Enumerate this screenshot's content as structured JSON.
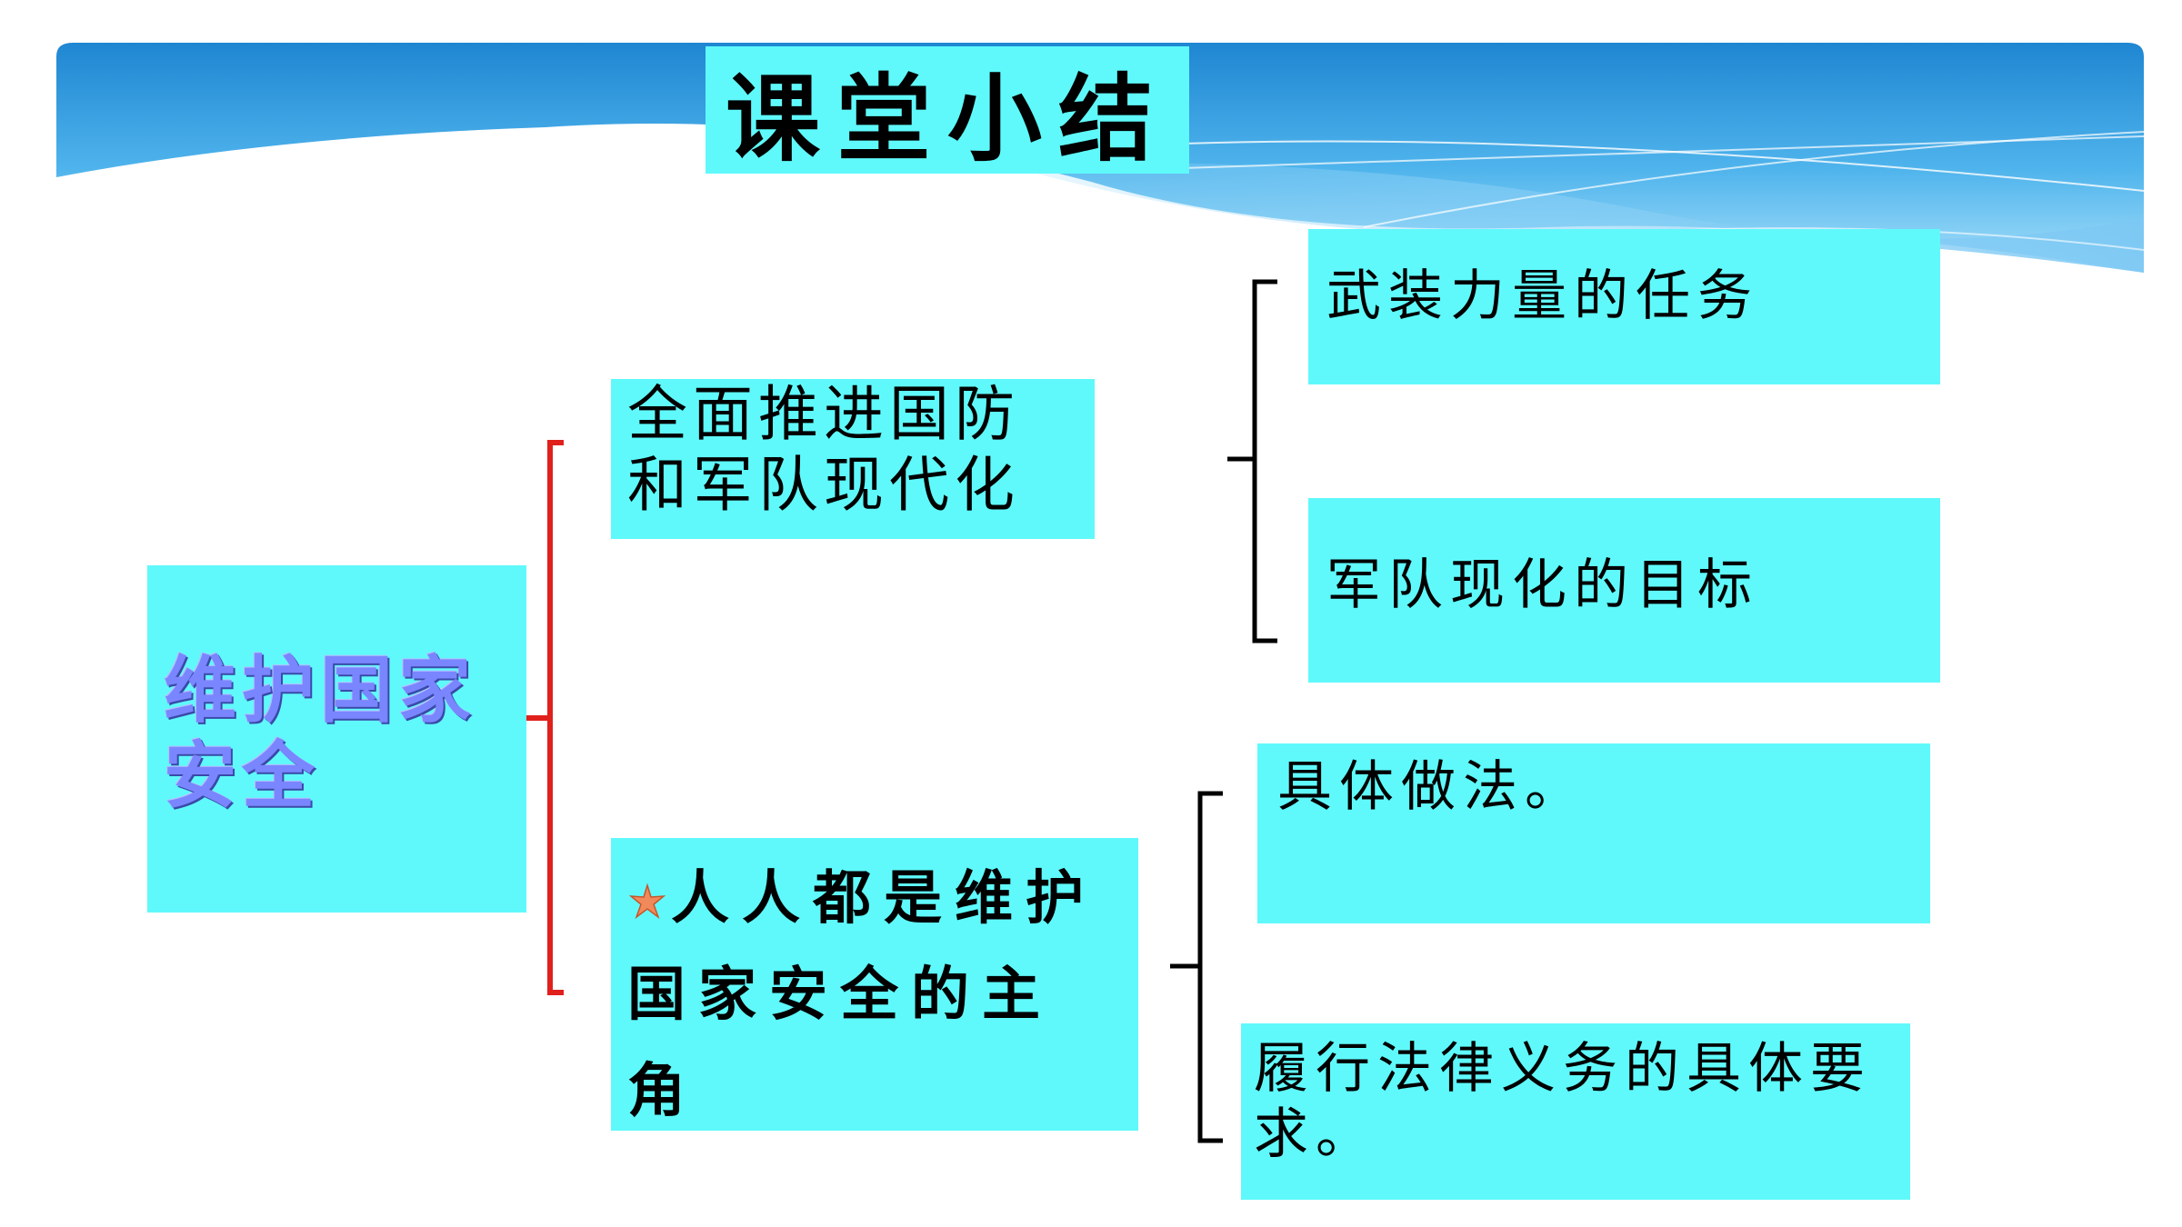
{
  "title": "课堂小结",
  "root": {
    "lines": [
      "维护国家",
      "安全"
    ]
  },
  "branches": [
    {
      "lines": [
        "全面推进国防",
        "和军队现代化"
      ]
    },
    {
      "lines": [
        "人人都是维护",
        "国家安全的主",
        "角"
      ],
      "bullet_icon": "starfish-icon"
    }
  ],
  "leaves": [
    {
      "lines": [
        "武装力量的任务"
      ]
    },
    {
      "lines": [
        "军队现化的目标"
      ]
    },
    {
      "lines": [
        "具体做法。"
      ]
    },
    {
      "lines": [
        "履行法律义务的具体要",
        "求。"
      ]
    }
  ],
  "colors": {
    "box": "#5ff9fb",
    "root_text": "#7a86ff",
    "main_bracket": "#e0201c",
    "sub_bracket": "#000000",
    "banner_top": "#1f86d2",
    "banner_light": "#8fd3f7"
  }
}
